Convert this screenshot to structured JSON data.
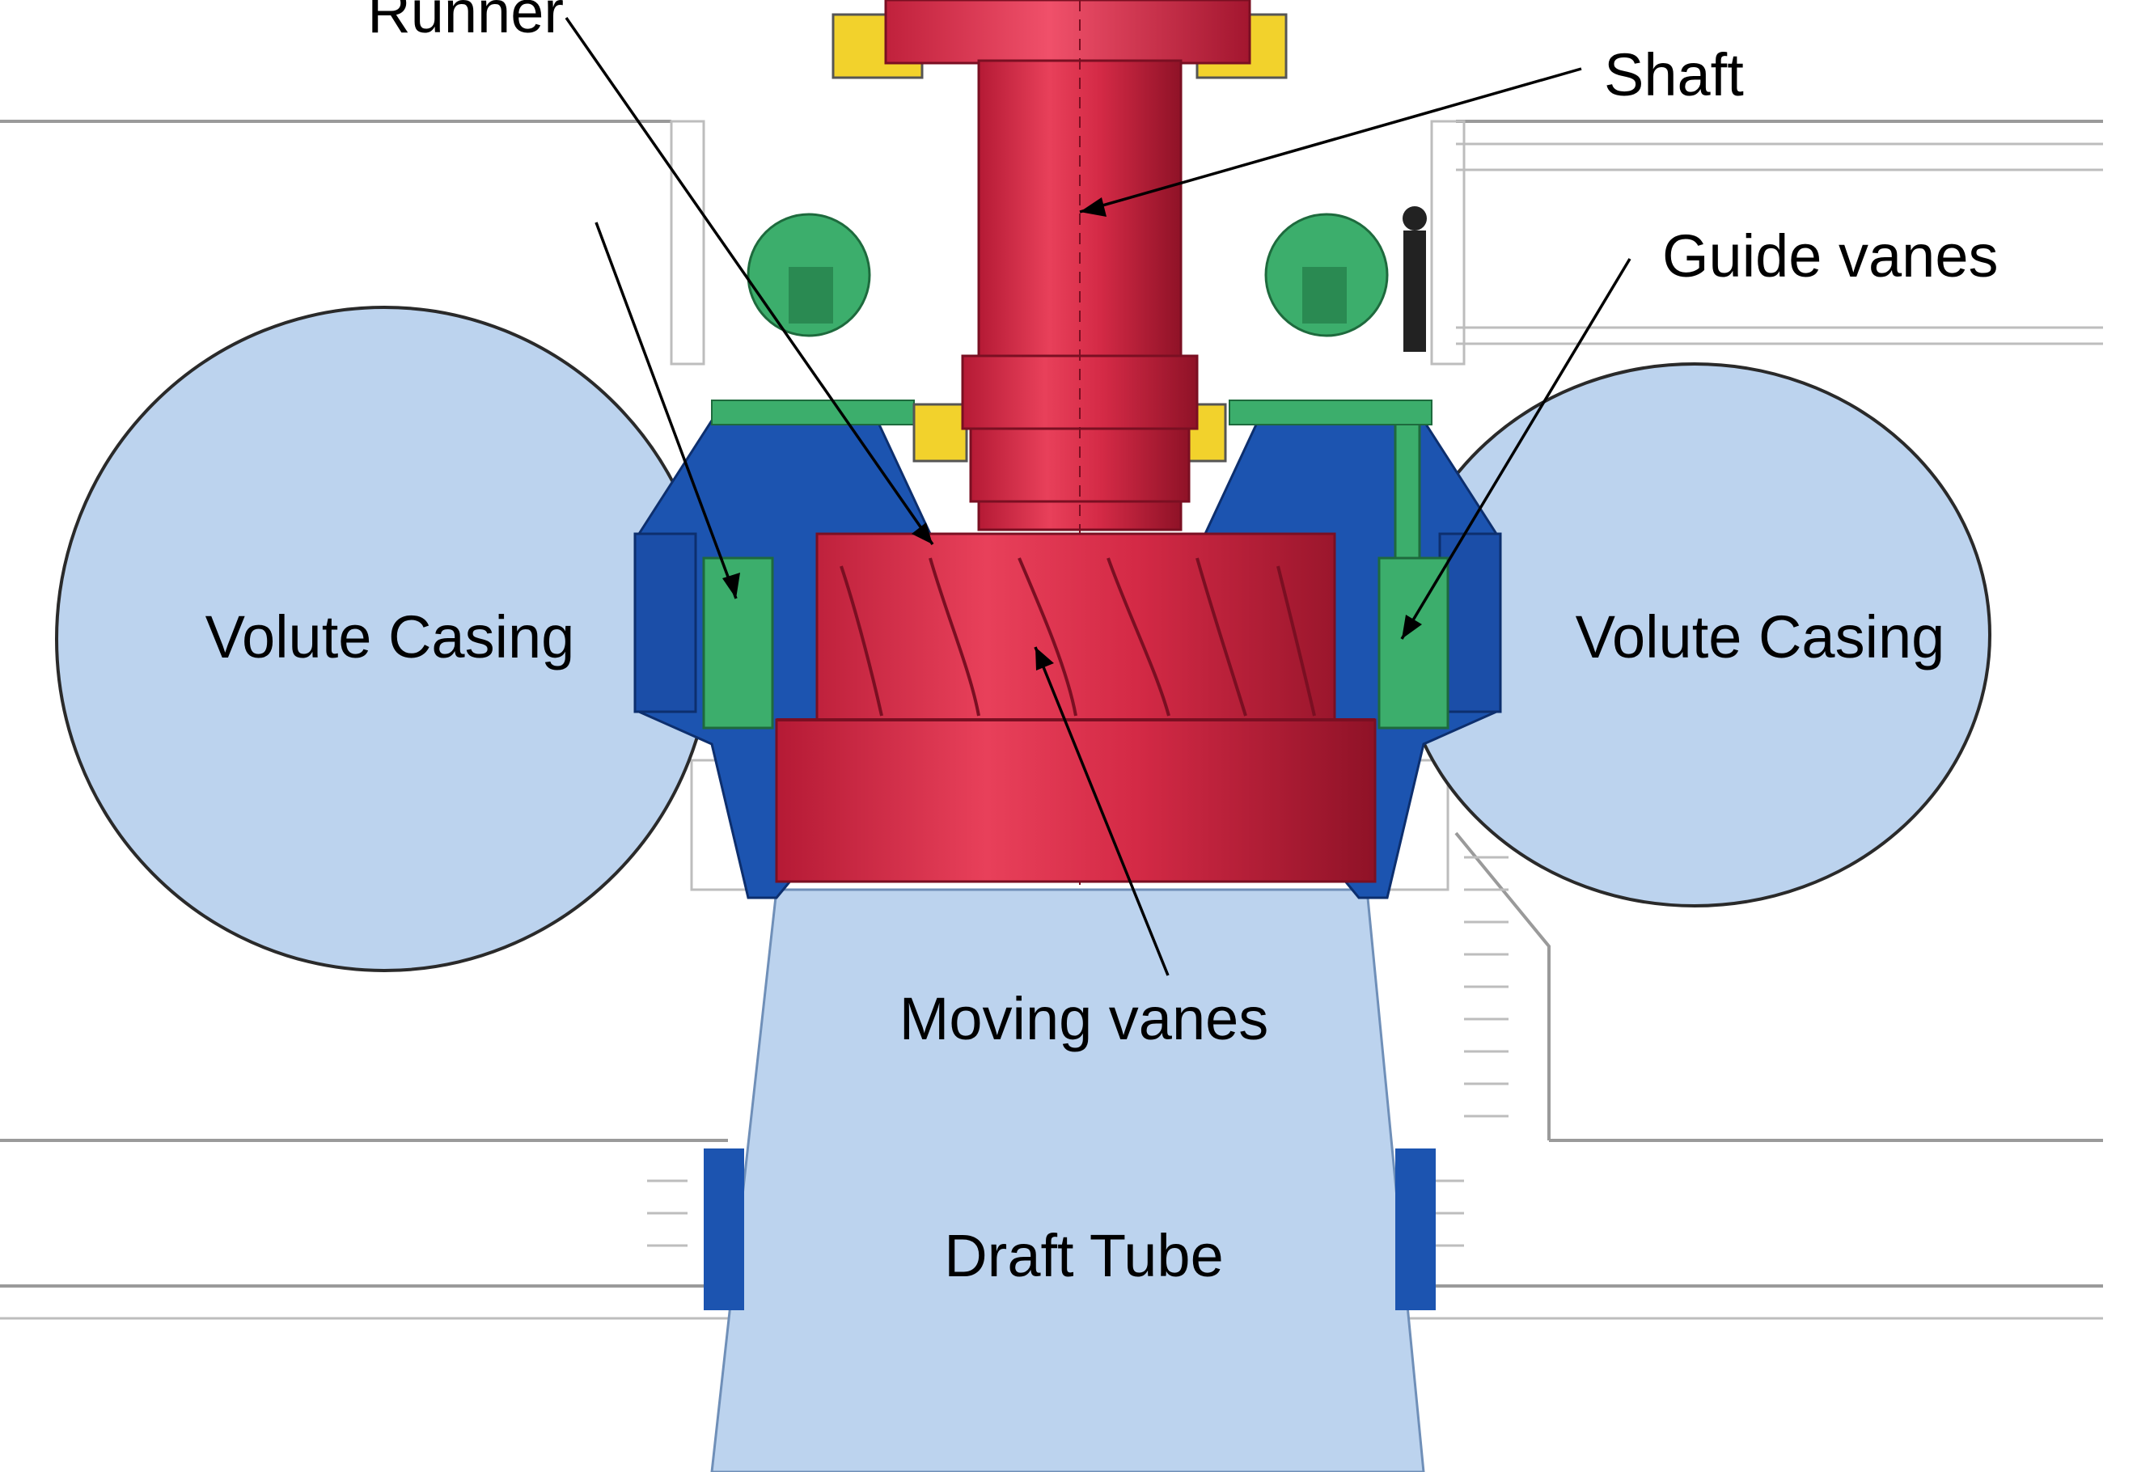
{
  "labels": {
    "runner": "Runner",
    "shaft": "Shaft",
    "guide_vanes": "Guide vanes",
    "volute_left": "Volute Casing",
    "volute_right": "Volute Casing",
    "moving_vanes": "Moving vanes",
    "draft_tube": "Draft Tube"
  },
  "colors": {
    "water": "#bcd3ee",
    "runner_red": "#e0334f",
    "runner_dark": "#a8172f",
    "stay_ring_blue": "#1c54b0",
    "guide_vane_green": "#3cae6c",
    "bearing_yellow": "#f2d22c",
    "building_lines": "#9a9a9a"
  }
}
